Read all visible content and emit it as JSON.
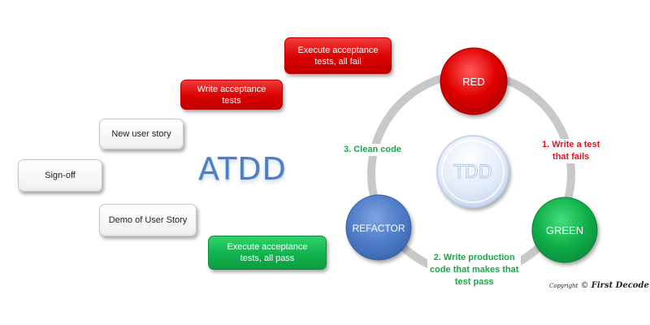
{
  "atdd": {
    "title": "ATDD",
    "steps": [
      {
        "id": "execute-fail",
        "label": "Execute acceptance\ntests, all fail",
        "style": "red"
      },
      {
        "id": "write-tests",
        "label": "Write acceptance\ntests",
        "style": "red"
      },
      {
        "id": "new-story",
        "label": "New user story",
        "style": "white"
      },
      {
        "id": "sign-off",
        "label": "Sign-off",
        "style": "white"
      },
      {
        "id": "demo",
        "label": "Demo of User Story",
        "style": "white"
      },
      {
        "id": "execute-pass",
        "label": "Execute acceptance\ntests, all pass",
        "style": "green"
      }
    ]
  },
  "tdd": {
    "center": "TDD",
    "nodes": [
      {
        "id": "red",
        "label": "RED"
      },
      {
        "id": "green",
        "label": "GREEN"
      },
      {
        "id": "refactor",
        "label": "REFACTOR"
      }
    ],
    "transitions": [
      {
        "id": "write-test",
        "label": "1. Write a test\nthat fails"
      },
      {
        "id": "write-code",
        "label": "2. Write production\ncode that makes that\ntest pass"
      },
      {
        "id": "clean-code",
        "label": "3. Clean code"
      }
    ]
  },
  "copyright": {
    "prefix": "Copyright",
    "symbol": "©",
    "brand": "First Decode"
  },
  "colors": {
    "red": "#e00000",
    "green": "#11b04a",
    "refactor_blue": "#4f7dc8",
    "tdd_center": "#dbe7f7",
    "ring": "#c8c8c8",
    "step1_text": "#e0141e",
    "step23_text": "#1aa64b",
    "atdd_title": "#4d7fc4"
  }
}
